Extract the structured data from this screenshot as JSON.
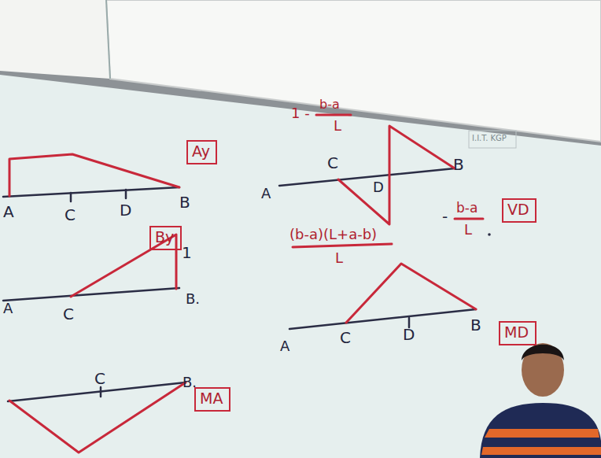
{
  "diagram": {
    "nodes": [
      {
        "text": [
          "Ay"
        ]
      },
      {
        "text": [
          "By"
        ]
      },
      {
        "text": [
          "MA"
        ]
      },
      {
        "text": [
          "VD"
        ]
      },
      {
        "text": [
          "MD"
        ]
      }
    ],
    "labels": [
      "A",
      "C",
      "D",
      "B",
      "A",
      "C",
      "B.",
      "1",
      "C",
      "B.",
      "A",
      "C",
      "D",
      "B",
      "1 -",
      "b-a",
      "L",
      "-",
      "b-a",
      "L",
      "(b-a)(L+a-b)",
      "L",
      "A",
      "C",
      "D",
      "B",
      "I.I.T. KGP"
    ]
  }
}
